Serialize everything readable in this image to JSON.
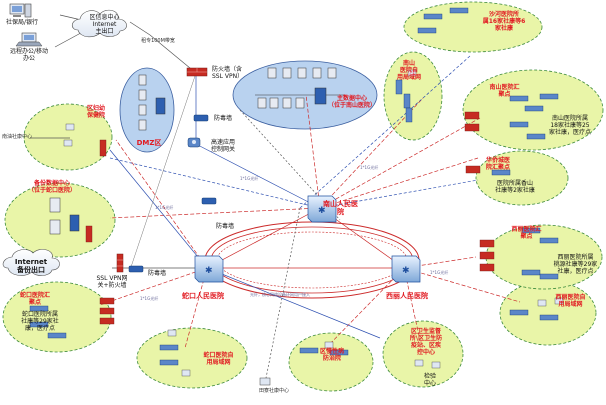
{
  "labels": {
    "social_bank": "社保局/银行",
    "remote_office": "远程办公/移动\n办公",
    "region_center": "区信息中心\nInternet\n主出口",
    "leased_line": "租专100M带宽",
    "firewall_ssl": "防火墙（含\nSSL VPN）",
    "antivirus_top": "防毒墙",
    "dmz": "DMZ区",
    "main_dc": "主数据中心\n（位于南山医院）",
    "hi_avail": "高速应用\n控制网关",
    "antivirus_mid": "防毒墙",
    "maternity": "区妇幼\n保健院",
    "nantou_center": "南油社康中心",
    "backup_dc": "备份数据中心\n（位于蛇口医院）",
    "internet_backup": "Internet\n备份出口",
    "ssl_vpn_fw": "SSL VPN网\n关+防火墙",
    "antivirus_low": "防毒墙",
    "nanshan_hosp": "南山人民医\n院",
    "shekou_hosp": "蛇口人民医院",
    "xili_hosp": "西丽人民医院",
    "shahe": "沙河医院所\n属16家社康等6\n家社康",
    "nanshan_lan": "南山\n医院自\n用局域网",
    "nanshan_agg": "南山医院汇\n聚点",
    "nanshan_affil": "南山医院所属\n18家社康等25\n家社康，医疗点",
    "overseas": "华侨城医\n院汇聚点",
    "overseas_affil": "医院所属香山\n社康等2家社康",
    "xili_agg": "西丽医院汇\n聚点",
    "xili_affil": "西丽医院所属\n桃源社康等29家\n社康，医疗点",
    "xili_lan": "西丽医院自\n用局域网",
    "shekou_agg": "蛇口医院汇\n聚点",
    "shekou_affil": "蛇口医院所属\n社康等29家社\n康，医疗点",
    "shekou_lan": "蛇口医院自\n用局域网",
    "chronic": "区慢性病\n防治院",
    "cdc": "区卫生监督\n所\\区卫生防\n疫站、区疾\n控中心",
    "lab_center": "检验\n中心",
    "tianliao": "田寮社康中心",
    "ring_note": "光纤，核心网络设备环网用户接入",
    "link_note": "1*1G光纤"
  },
  "colors": {
    "red_label": "#e11b22",
    "lan_fill": "#e9f5a8",
    "dc_fill": "#b9d2ef",
    "dmz_fill": "#b9d2ef",
    "device": "#1f4f9e",
    "ring": "#cc2b2b"
  }
}
